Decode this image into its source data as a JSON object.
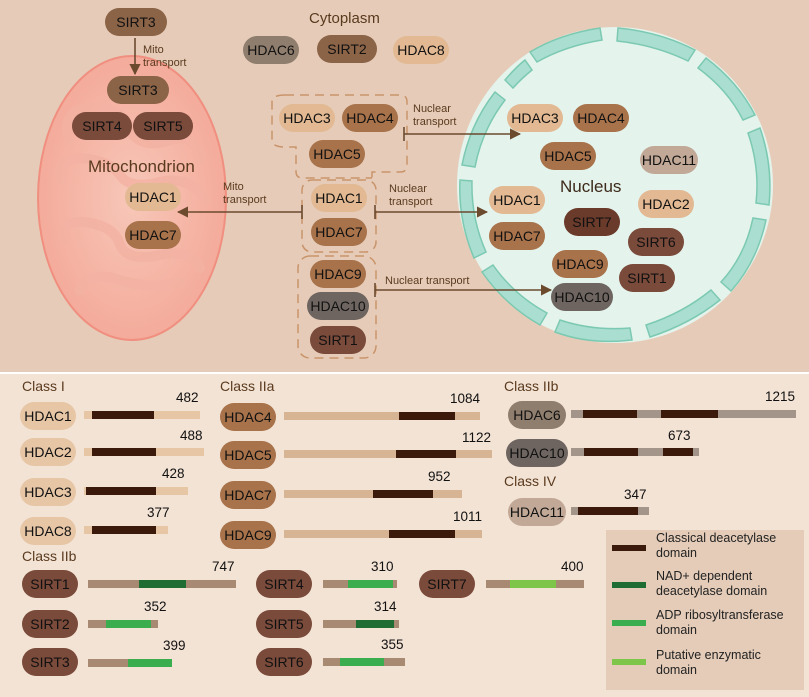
{
  "colors": {
    "classical": "#3b1a0b",
    "nad": "#1f6d33",
    "adp": "#3aae4f",
    "putative": "#7dc64a",
    "sirt_bar_base": "#a88a72",
    "hdac_bar_base": "#d6b494",
    "class2b_base": "#a4958a"
  },
  "top": {
    "cytoplasm_label": "Cytoplasm",
    "mitochondrion_label": "Mitochondrion",
    "nucleus_label": "Nucleus",
    "mito_transport_1": "Mito\ntransport",
    "mito_transport_2": "Mito\ntransport",
    "nuclear_transport_1": "Nuclear\ntransport",
    "nuclear_transport_2": "Nuclear\ntransport",
    "nuclear_transport_3": "Nuclear transport",
    "sirt3_cyto": "SIRT3",
    "hdac6_cyto": "HDAC6",
    "sirt2_cyto": "SIRT2",
    "hdac8_cyto": "HDAC8",
    "mito_sirt3": "SIRT3",
    "mito_sirt4": "SIRT4",
    "mito_sirt5": "SIRT5",
    "mito_hdac1": "HDAC1",
    "mito_hdac7": "HDAC7",
    "cy_hdac3": "HDAC3",
    "cy_hdac4": "HDAC4",
    "cy_hdac5": "HDAC5",
    "cy_hdac1": "HDAC1",
    "cy_hdac7": "HDAC7",
    "cy_hdac9": "HDAC9",
    "cy_hdac10": "HDAC10",
    "cy_sirt1": "SIRT1",
    "nu_hdac3": "HDAC3",
    "nu_hdac4": "HDAC4",
    "nu_hdac5": "HDAC5",
    "nu_hdac11": "HDAC11",
    "nu_hdac1": "HDAC1",
    "nu_sirt7": "SIRT7",
    "nu_hdac2": "HDAC2",
    "nu_hdac7": "HDAC7",
    "nu_sirt6": "SIRT6",
    "nu_hdac9": "HDAC9",
    "nu_sirt1": "SIRT1",
    "nu_hdac10": "HDAC10"
  },
  "classes": {
    "class_i": "Class I",
    "class_iia": "Class IIa",
    "class_iib_hdac": "Class IIb",
    "class_iv": "Class IV",
    "class_iib_sirt": "Class IIb"
  },
  "proteins": [
    {
      "name": "HDAC1",
      "length": "482"
    },
    {
      "name": "HDAC2",
      "length": "488"
    },
    {
      "name": "HDAC3",
      "length": "428"
    },
    {
      "name": "HDAC8",
      "length": "377"
    },
    {
      "name": "HDAC4",
      "length": "1084"
    },
    {
      "name": "HDAC5",
      "length": "1122"
    },
    {
      "name": "HDAC7",
      "length": "952"
    },
    {
      "name": "HDAC9",
      "length": "1011"
    },
    {
      "name": "HDAC6",
      "length": "1215"
    },
    {
      "name": "HDAC10",
      "length": "673"
    },
    {
      "name": "HDAC11",
      "length": "347"
    },
    {
      "name": "SIRT1",
      "length": "747"
    },
    {
      "name": "SIRT2",
      "length": "352"
    },
    {
      "name": "SIRT3",
      "length": "399"
    },
    {
      "name": "SIRT4",
      "length": "310"
    },
    {
      "name": "SIRT5",
      "length": "314"
    },
    {
      "name": "SIRT6",
      "length": "355"
    },
    {
      "name": "SIRT7",
      "length": "400"
    }
  ],
  "legend": [
    {
      "label": "Classical deacetylase\ndomain",
      "color": "#3b1a0b"
    },
    {
      "label": "NAD+ dependent\ndeacetylase domain",
      "color": "#1f6d33"
    },
    {
      "label": "ADP ribosyltransferase\ndomain",
      "color": "#3aae4f"
    },
    {
      "label": "Putative enzymatic\ndomain",
      "color": "#7dc64a"
    }
  ]
}
